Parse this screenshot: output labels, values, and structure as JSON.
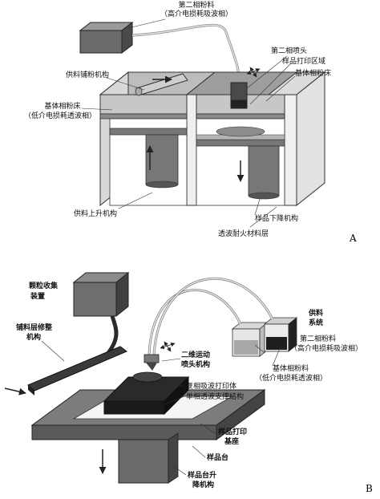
{
  "panel_a": {
    "letter": "A",
    "labels": {
      "second_phase_powder": "第二相粉料",
      "second_phase_powder_sub": "（高介电损耗吸波相）",
      "second_phase_nozzle": "第二相喷头",
      "sample_print_area": "样品打印区域",
      "matrix_powder_bed_right": "基体相粉床",
      "feed_spreading_mechanism": "供料铺粉机构",
      "matrix_powder_bed_left": "基体相粉床",
      "matrix_powder_bed_left_sub": "（低介电损耗透波相）",
      "feed_lifting_mechanism": "供料上升机构",
      "sample_lowering_mechanism": "样品下降机构",
      "wave_transparent_refractory": "透波耐火材料层"
    }
  },
  "panel_b": {
    "letter": "B",
    "labels": {
      "particle_collector_1": "颗粒收集",
      "particle_collector_2": "装置",
      "layer_trimming_1": "铺料层修整",
      "layer_trimming_2": "机构",
      "feed_system_1": "供料",
      "feed_system_2": "系统",
      "second_phase_powder": "第二相粉料",
      "second_phase_powder_sub": "（高介电损耗吸波相）",
      "matrix_powder": "基体相粉料",
      "matrix_powder_sub": "（低介电损耗透波相）",
      "nozzle_mechanism_1": "二维运动",
      "nozzle_mechanism_2": "喷头机构",
      "composite_print": "复相吸波打印体",
      "support_structure": "单相透波支撑结构",
      "print_base_1": "样品打印",
      "print_base_2": "基座",
      "sample_stage": "样品台",
      "stage_lifting_1": "样品台升",
      "stage_lifting_2": "降机构"
    }
  }
}
